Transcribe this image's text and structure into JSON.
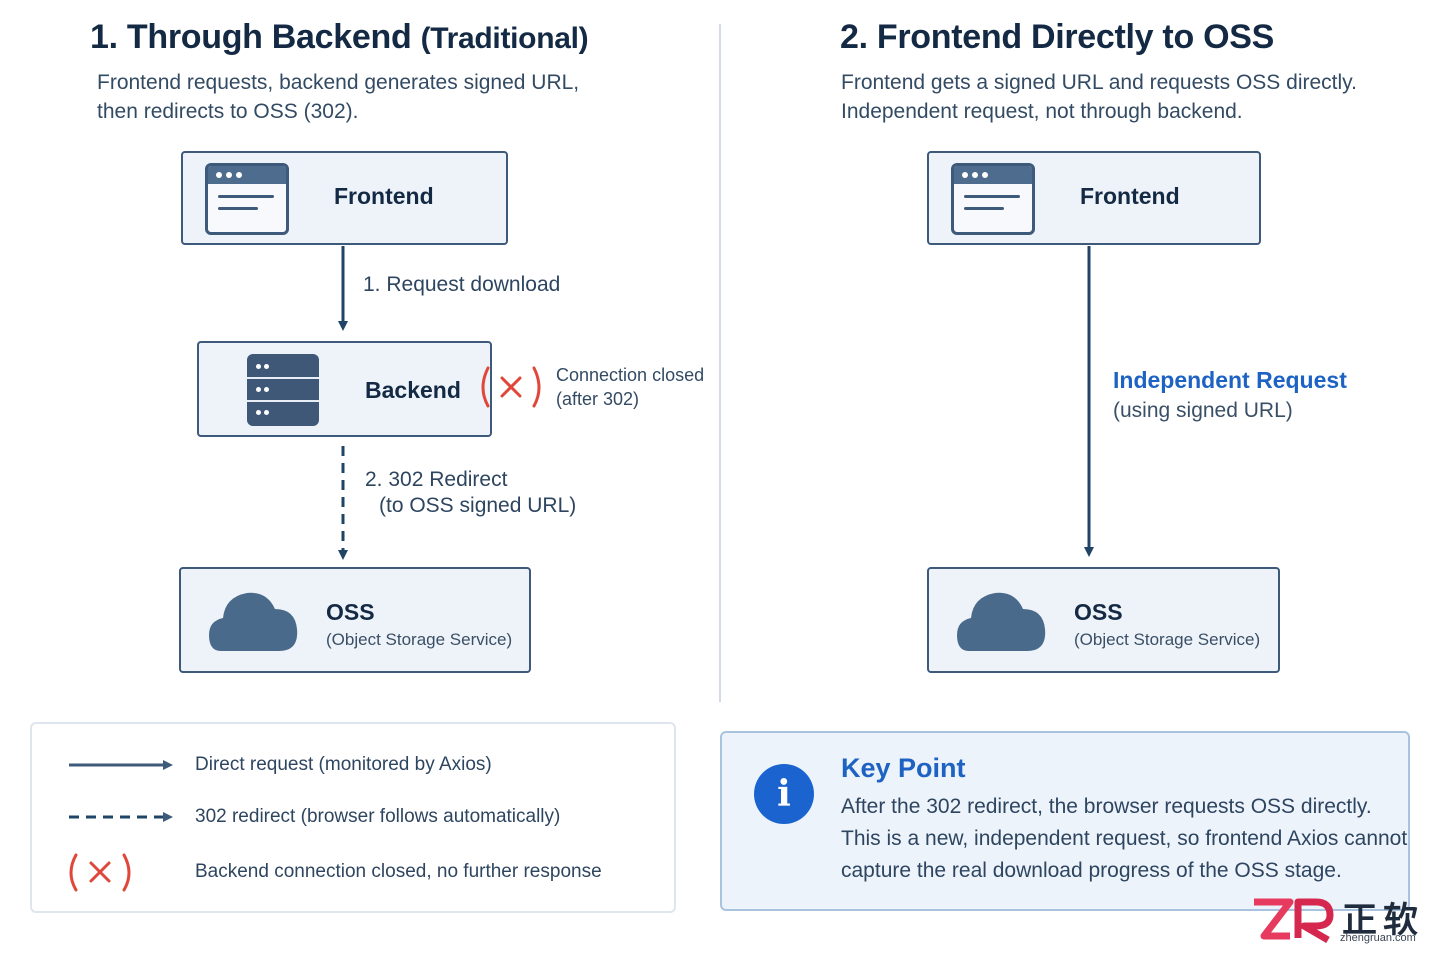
{
  "left": {
    "heading_main": "1. Through Backend",
    "heading_sub": "(Traditional)",
    "subtitle_line1": "Frontend requests, backend generates signed URL,",
    "subtitle_line2": "then redirects to OSS (302).",
    "frontend_label": "Frontend",
    "backend_label": "Backend",
    "oss_label": "OSS",
    "oss_caption": "(Object Storage Service)",
    "step1_label": "1. Request download",
    "step2_line1": "2. 302 Redirect",
    "step2_line2": "(to OSS signed URL)",
    "closed_line1": "Connection closed",
    "closed_line2": "(after 302)"
  },
  "right": {
    "heading": "2. Frontend Directly to OSS",
    "subtitle_line1": "Frontend gets a signed URL and requests OSS directly.",
    "subtitle_line2": "Independent request, not through backend.",
    "frontend_label": "Frontend",
    "oss_label": "OSS",
    "oss_caption": "(Object Storage Service)",
    "request_label": "Independent Request",
    "request_caption": "(using signed URL)"
  },
  "legend": {
    "solid": "Direct request (monitored by Axios)",
    "dashed": "302 redirect (browser follows automatically)",
    "closed": "Backend connection closed, no further response"
  },
  "key_point": {
    "title": "Key Point",
    "line1": "After the 302 redirect, the browser requests OSS directly.",
    "line2": "This is a new, independent request, so frontend Axios cannot",
    "line3": "capture the real download progress of the OSS stage."
  },
  "watermark": {
    "brand": "正软",
    "url": "zhengruan.com"
  },
  "colors": {
    "node_border": "#3d5a7a",
    "node_fill": "#eef3f9",
    "arrow": "#1f4466",
    "accent_blue": "#1e63c4",
    "closed_red": "#e0473a"
  },
  "icons": [
    "browser-window-icon",
    "server-icon",
    "cloud-icon",
    "close-x-icon",
    "info-icon"
  ]
}
